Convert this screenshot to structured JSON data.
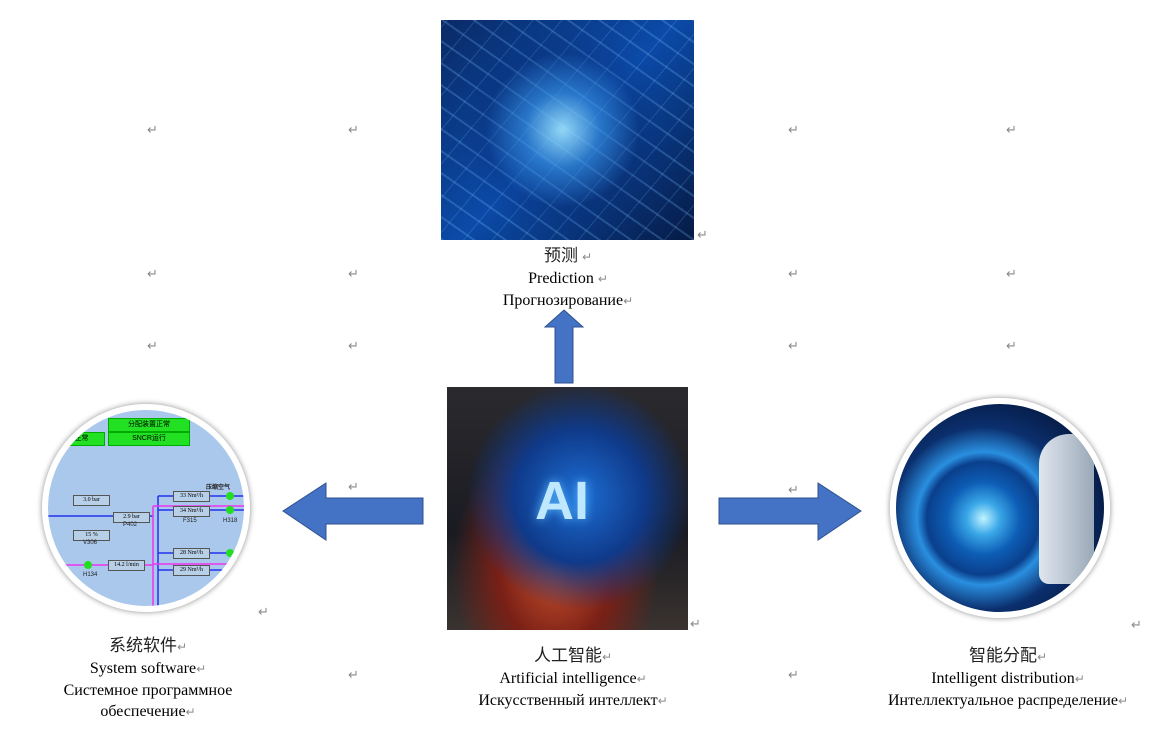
{
  "top": {
    "zh": "预测",
    "en": "Prediction",
    "ru": "Прогнозирование"
  },
  "center": {
    "zh": "人工智能",
    "en": "Artificial intelligence",
    "ru": "Искусственный интеллект",
    "image_text": "AI"
  },
  "left": {
    "zh": "系统软件",
    "en": "System software",
    "ru_line1": "Системное программное",
    "ru_line2": "обеспечение",
    "scada": {
      "box1": "分配装置正常",
      "box2": "SNCR运行",
      "box3": "正常",
      "title": "压缩空气",
      "v1": "3.0 bar",
      "v2": "15 %",
      "v3": "2.9 bar",
      "v4": "33 Nm³/h",
      "v5": "34 Nm³/h",
      "v6": "28 Nm³/h",
      "v7": "29 Nm³/h",
      "v8": "14.2 l/min",
      "t1": "V306",
      "t2": "P402",
      "t3": "F315",
      "t4": "H318",
      "t5": "H134"
    }
  },
  "right": {
    "zh": "智能分配",
    "en": "Intelligent distribution",
    "ru": "Интеллектуальное распределение"
  },
  "return_mark": "↵",
  "colors": {
    "arrow": "#4472c4",
    "arrow_stroke": "#2f528f"
  }
}
